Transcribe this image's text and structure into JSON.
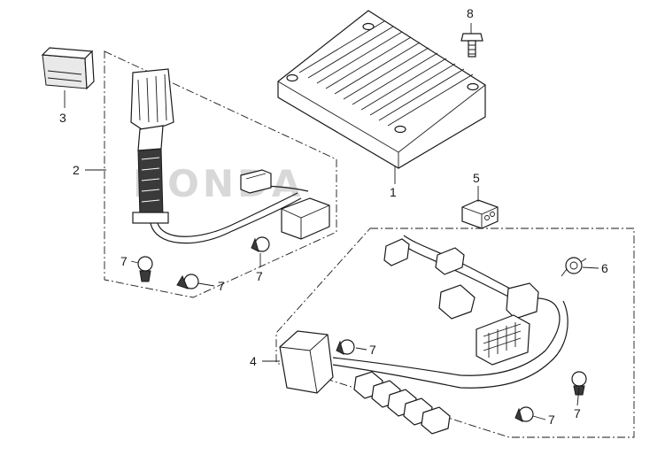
{
  "watermark": "HONDA",
  "callouts": {
    "c1": "1",
    "c2": "2",
    "c3": "3",
    "c4": "4",
    "c5": "5",
    "c6": "6",
    "c7a": "7",
    "c7b": "7",
    "c7c": "7",
    "c7d": "7",
    "c7e": "7",
    "c7f": "7",
    "c8": "8"
  }
}
